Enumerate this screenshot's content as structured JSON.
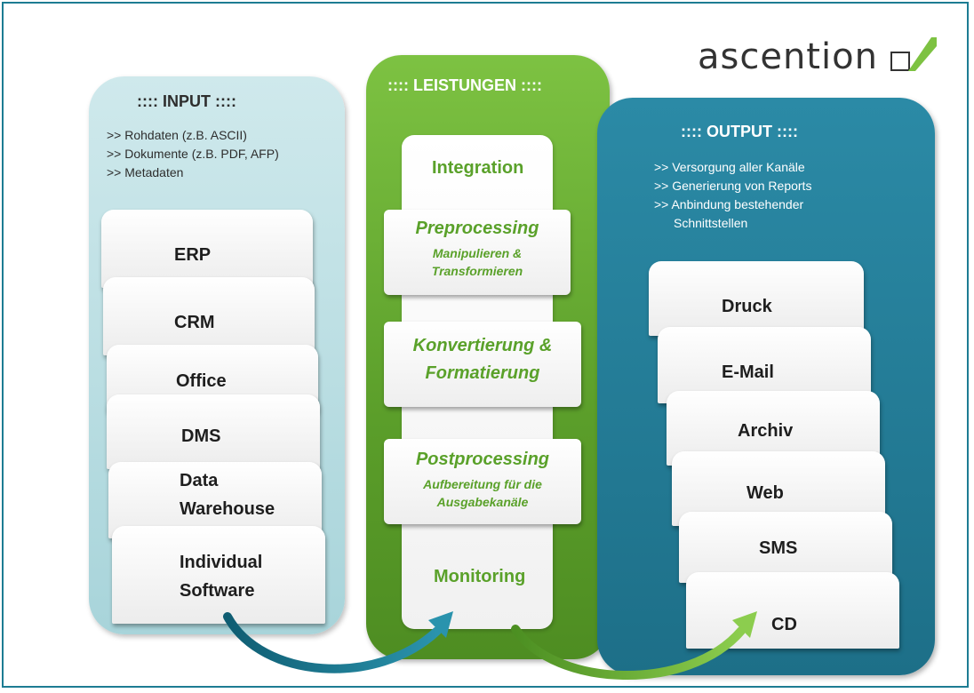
{
  "logo": {
    "text": "ascention"
  },
  "input": {
    "title": ":::: INPUT ::::",
    "bullets": [
      ">> Rohdaten (z.B. ASCII)",
      ">> Dokumente (z.B. PDF, AFP)",
      ">> Metadaten"
    ],
    "cards": [
      "ERP",
      "CRM",
      "Office",
      "DMS",
      "Data",
      "Warehouse",
      "Individual",
      "Software"
    ]
  },
  "leistungen": {
    "title": ":::: LEISTUNGEN ::::",
    "items": {
      "integration": "Integration",
      "preprocessing": "Preprocessing",
      "preprocessing_sub1": "Manipulieren &",
      "preprocessing_sub2": "Transformieren",
      "konvertierung1": "Konvertierung &",
      "konvertierung2": "Formatierung",
      "postprocessing": "Postprocessing",
      "postprocessing_sub1": "Aufbereitung für die",
      "postprocessing_sub2": "Ausgabekanäle",
      "monitoring": "Monitoring"
    }
  },
  "output": {
    "title": ":::: OUTPUT ::::",
    "bullets": [
      ">> Versorgung aller Kanäle",
      ">> Generierung von Reports",
      ">> Anbindung bestehender",
      "Schnittstellen"
    ],
    "cards": [
      "Druck",
      "E-Mail",
      "Archiv",
      "Web",
      "SMS",
      "CD"
    ]
  },
  "colors": {
    "input_column": "#a8d4da",
    "leistungen_column": "#5b9e2a",
    "output_column": "#1d6f88",
    "green_text": "#5aa12a",
    "frame_border": "#1d7c93",
    "arrow_teal": "#1d7c93",
    "arrow_green": "#6fb63a"
  }
}
